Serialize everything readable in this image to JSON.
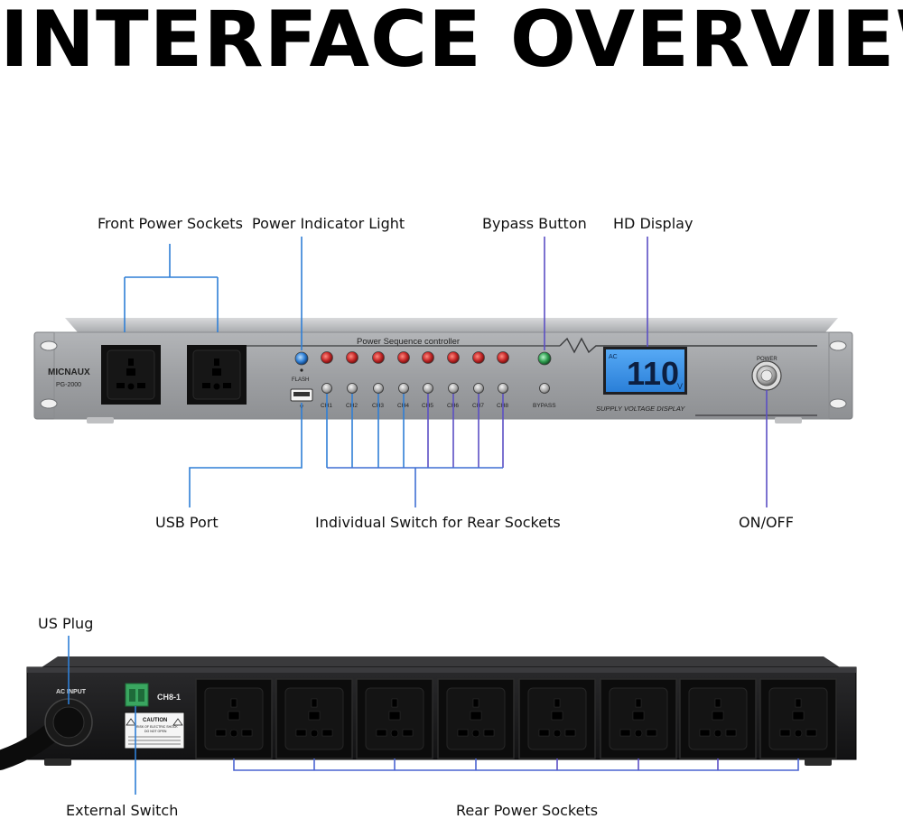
{
  "title": "INTERFACE OVERVIEW",
  "labels": {
    "front_power_sockets": "Front Power Sockets",
    "power_indicator_light": "Power Indicator Light",
    "bypass_button": "Bypass Button",
    "hd_display": "HD Display",
    "usb_port": "USB Port",
    "individual_switch": "Individual Switch for Rear Sockets",
    "on_off": "ON/OFF",
    "us_plug": "US Plug",
    "external_switch": "External Switch",
    "rear_power_sockets": "Rear Power Sockets"
  },
  "front_panel": {
    "brand": "MICNAUX",
    "model": "PG-2000",
    "controller_label": "Power Sequence controller",
    "flash_label": "FLASH",
    "usb_label": "V",
    "channels": [
      "CH1",
      "CH2",
      "CH3",
      "CH4",
      "CH5",
      "CH6",
      "CH7",
      "CH8"
    ],
    "bypass_label": "BYPASS",
    "display_ac": "AC",
    "display_value": "110",
    "display_unit": "V",
    "display_caption": "SUPPLY VOLTAGE DISPLAY",
    "power_label": "POWER"
  },
  "rear_panel": {
    "ac_input_label": "AC INPUT",
    "terminal_label": "CH8-1",
    "caution_title": "CAUTION",
    "caution_line1": "RISK OF ELECTRIC SHOCK",
    "caution_line2": "DO NOT OPEN"
  },
  "colors": {
    "callout_blue": "#2f7fd6",
    "callout_purple": "#5b4fc4",
    "lcd_blue": "#2f8fe8",
    "indicator_red": "#c62828",
    "indicator_green": "#2e9e4f"
  }
}
